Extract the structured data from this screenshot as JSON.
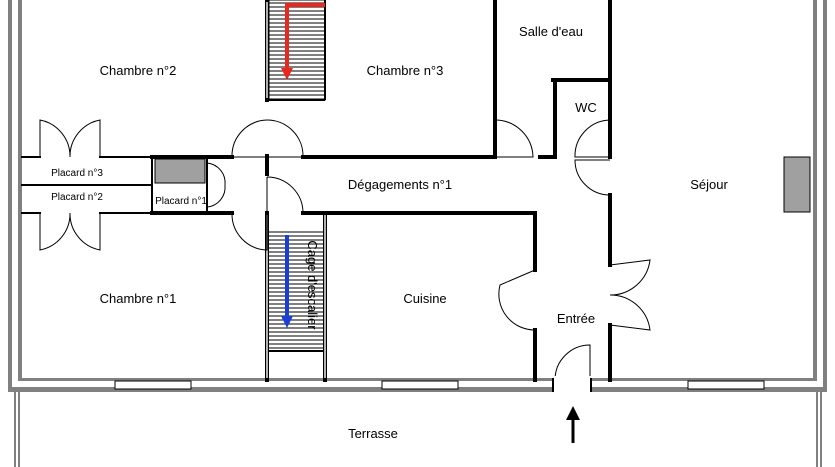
{
  "rooms": {
    "chambre2": "Chambre n°2",
    "chambre3": "Chambre n°3",
    "salle_eau": "Salle d'eau",
    "wc": "WC",
    "placard3": "Placard n°3",
    "placard2": "Placard n°2",
    "placard1": "Placard n°1",
    "degagements": "Dégagements n°1",
    "sejour": "Séjour",
    "cage_escalier": "Cage d'escalier",
    "chambre1": "Chambre n°1",
    "cuisine": "Cuisine",
    "entree": "Entrée",
    "terrasse": "Terrasse"
  },
  "colors": {
    "wall": "#000000",
    "exterior_wall": "#808080",
    "fireplace": "#a0a0a0",
    "stair_up_arrow": "#e8281e",
    "stair_down_arrow": "#1a3fd6"
  }
}
